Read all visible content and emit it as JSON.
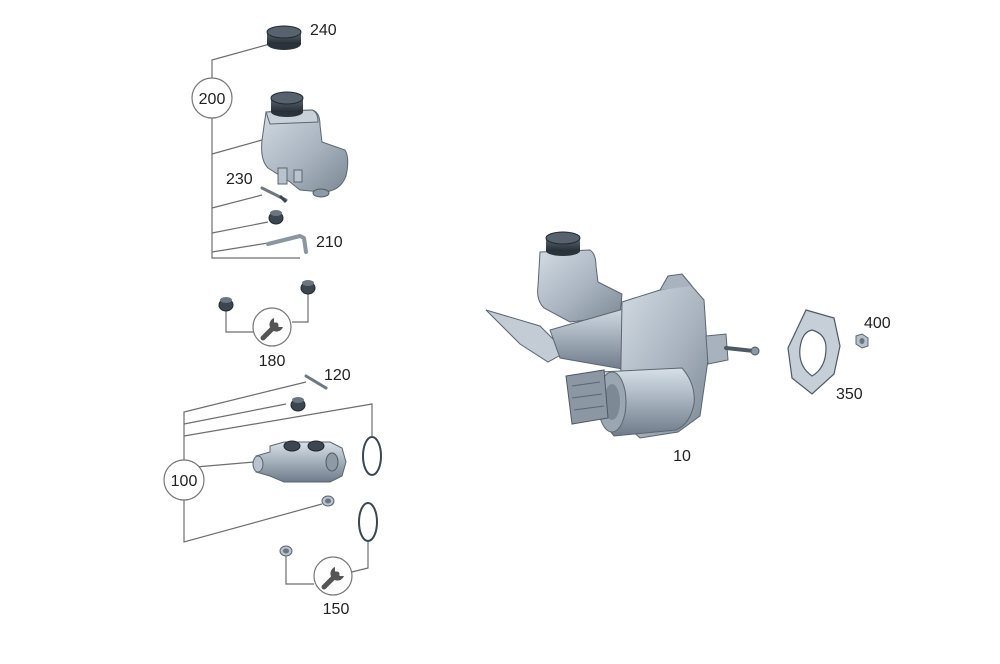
{
  "labels": {
    "cap": "240",
    "reservoir_group": "200",
    "pin": "230",
    "pipe": "210",
    "tool_180": "180",
    "pin_120": "120",
    "master_group": "100",
    "tool_150": "150",
    "booster": "10",
    "gasket": "350",
    "nut": "400"
  },
  "colors": {
    "part_light": "#b9c3cd",
    "part_mid": "#8e9aa6",
    "part_dark": "#3b4650",
    "leader": "#6e6e6e"
  },
  "icons": [
    "wrench-icon",
    "wrench-icon"
  ]
}
